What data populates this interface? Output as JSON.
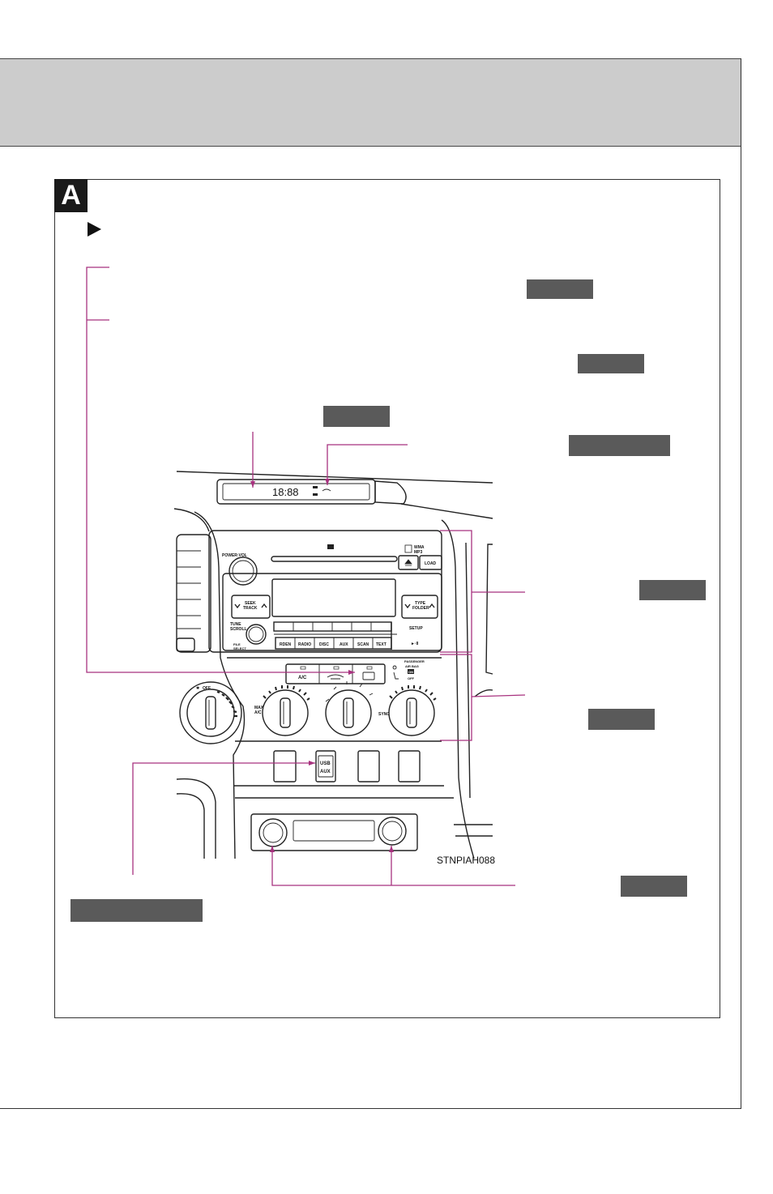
{
  "section": {
    "letter": "A",
    "bullet_icon": "triangle-right-icon"
  },
  "figure": {
    "code": "STNPIAH088",
    "display": {
      "clock": "18:88"
    },
    "audio": {
      "power_vol": "POWER·VOL",
      "media_formats": [
        "WMA",
        "MP3"
      ],
      "load": "LOAD",
      "seek": [
        "SEEK",
        "TRACK"
      ],
      "type": [
        "TYPE",
        "FOLDER"
      ],
      "tune": [
        "TUNE",
        "SCROLL"
      ],
      "file": [
        "FILE",
        "SELECT"
      ],
      "setup": "SETUP",
      "play_pause": "►·II",
      "presets": [
        "RDEN",
        "RADIO",
        "DISC",
        "AUX",
        "SCAN",
        "TEXT"
      ]
    },
    "climate": {
      "ac": "A/C",
      "fan_off": "OFF",
      "max_ac": [
        "MAX",
        "A/C"
      ],
      "sync": "SYNC",
      "airbag": [
        "PASSENGER",
        "AIR BAG",
        "ON",
        "OFF"
      ]
    },
    "ports": {
      "usb": "USB",
      "aux": "AUX"
    }
  },
  "colors": {
    "callout": "#a8327f",
    "header": "#cccccc",
    "ref_box": "#5a5a5a"
  }
}
